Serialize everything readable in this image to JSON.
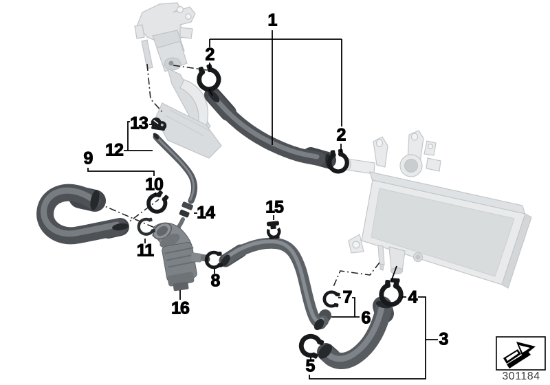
{
  "diagram": {
    "type": "exploded-parts-diagram",
    "subject": "cooling-system-hoses",
    "background": "#ffffff"
  },
  "colors": {
    "line": "#000000",
    "hose": "#4e5256",
    "hose_highlight": "#82878c",
    "hose_end": "#26292c",
    "clamp": "#17191b",
    "ghost_fill": "#e5e7e9",
    "ghost_stroke": "#c0c4c6",
    "pump": "#7d8287"
  },
  "callouts": [
    {
      "label": "1"
    },
    {
      "label": "2"
    },
    {
      "label": "2"
    },
    {
      "label": "3"
    },
    {
      "label": "4"
    },
    {
      "label": "5"
    },
    {
      "label": "6"
    },
    {
      "label": "7"
    },
    {
      "label": "8"
    },
    {
      "label": "9"
    },
    {
      "label": "10"
    },
    {
      "label": "11"
    },
    {
      "label": "12"
    },
    {
      "label": "13"
    },
    {
      "label": "14"
    },
    {
      "label": "15"
    },
    {
      "label": "16"
    }
  ],
  "stamp": {
    "part_number": "301184",
    "icon": "direction-arrow-icon"
  }
}
